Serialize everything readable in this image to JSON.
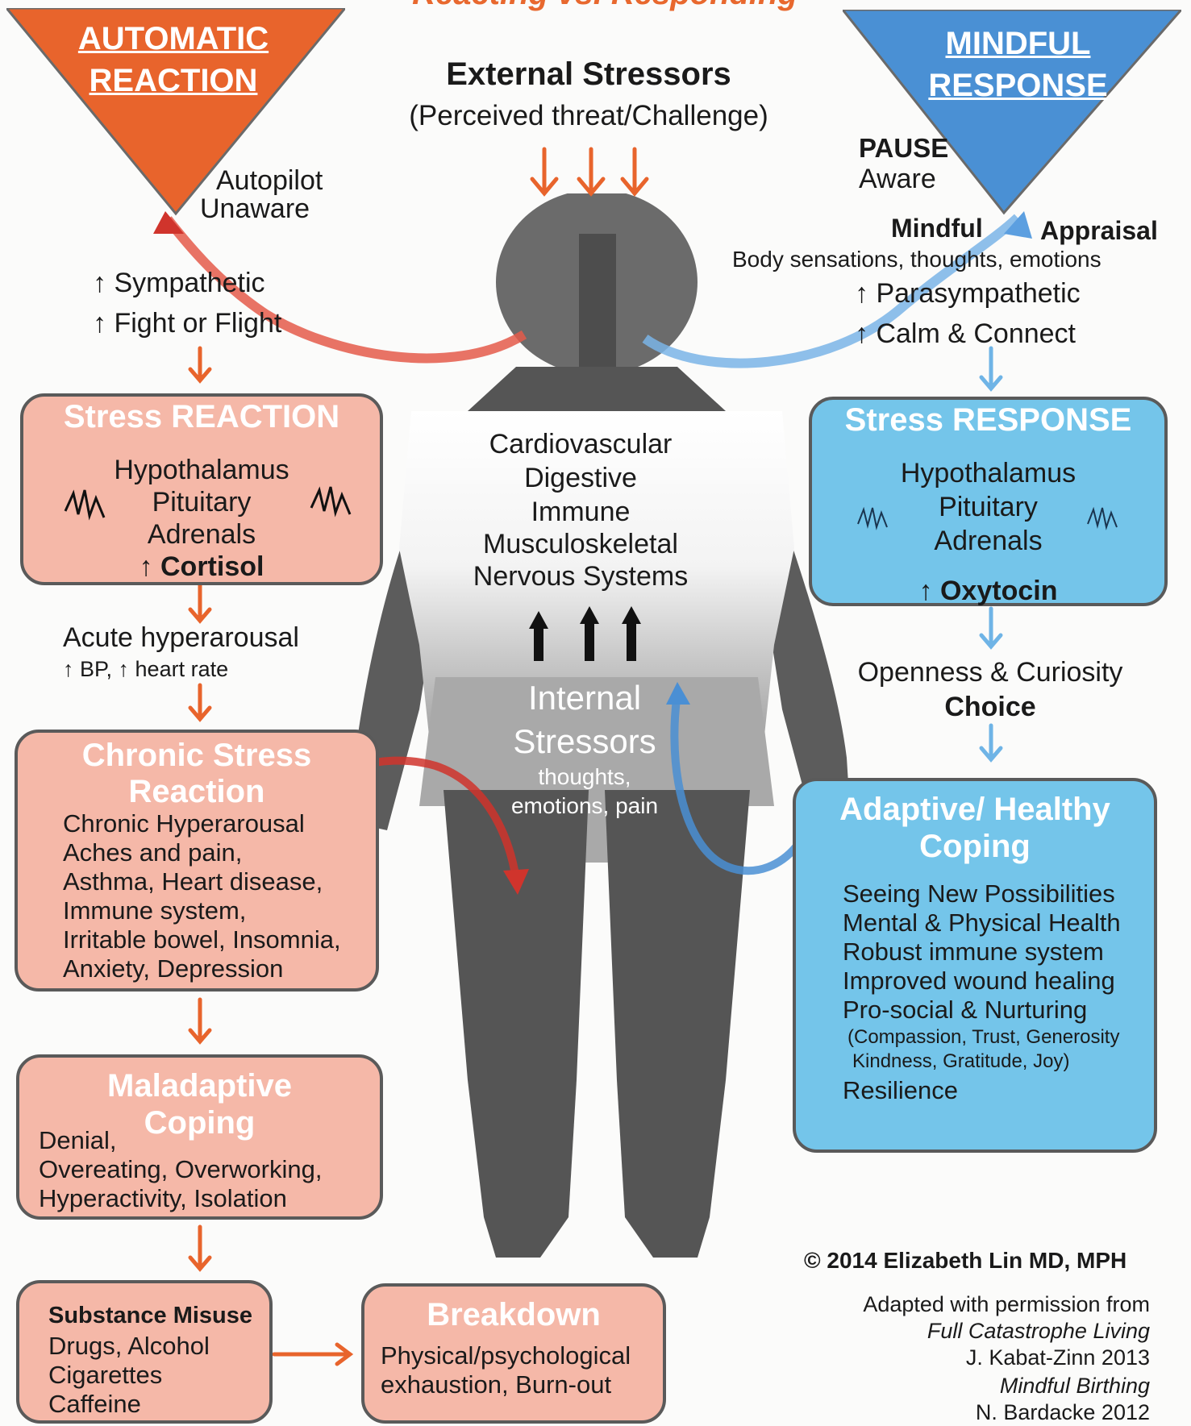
{
  "header": {
    "title": "Reacting vs. Responding"
  },
  "left_triangle": {
    "line1": "AUTOMATIC",
    "line2": "REACTION",
    "color": "#e8642c"
  },
  "right_triangle": {
    "line1": "MINDFUL",
    "line2": "RESPONSE",
    "color": "#4a90d4"
  },
  "external": {
    "title": "External Stressors",
    "subtitle": "(Perceived threat/Challenge)"
  },
  "left_side": {
    "autopilot": "Autopilot",
    "unaware": "Unaware",
    "sympathetic": "↑ Sympathetic",
    "fight": "↑ Fight or Flight"
  },
  "right_side": {
    "pause": "PAUSE",
    "aware": "Aware",
    "mindful": "Mindful",
    "appraisal": "Appraisal",
    "body": "Body sensations, thoughts, emotions",
    "parasympathetic": "↑ Parasympathetic",
    "calm": "↑ Calm & Connect"
  },
  "stress_reaction": {
    "title": "Stress REACTION",
    "lines": [
      "Hypothalamus",
      "Pituitary",
      "Adrenals"
    ],
    "hormone": "↑ Cortisol"
  },
  "stress_response": {
    "title": "Stress RESPONSE",
    "lines": [
      "Hypothalamus",
      "Pituitary",
      "Adrenals"
    ],
    "hormone": "↑ Oxytocin"
  },
  "systems": [
    "Cardiovascular",
    "Digestive",
    "Immune",
    "Musculoskeletal",
    "Nervous Systems"
  ],
  "internal": {
    "line1": "Internal",
    "line2": "Stressors",
    "line3": "thoughts,",
    "line4": "emotions, pain"
  },
  "acute": {
    "line1": "Acute hyperarousal",
    "line2": "↑ BP,  ↑ heart rate"
  },
  "openness": {
    "line1": "Openness & Curiosity",
    "line2": "Choice"
  },
  "chronic": {
    "title1": "Chronic Stress",
    "title2": "Reaction",
    "lines": [
      "Chronic Hyperarousal",
      "Aches and pain,",
      "Asthma, Heart disease,",
      "Immune system,",
      "Irritable bowel, Insomnia,",
      "Anxiety, Depression"
    ]
  },
  "adaptive": {
    "title1": "Adaptive/ Healthy",
    "title2": "Coping",
    "lines": [
      "Seeing New Possibilities",
      "Mental  & Physical Health",
      "Robust immune system",
      "Improved wound healing",
      "Pro-social & Nurturing"
    ],
    "small": [
      "(Compassion,  Trust, Generosity",
      "Kindness, Gratitude, Joy)"
    ],
    "last": "Resilience"
  },
  "maladaptive": {
    "title1": "Maladaptive",
    "title2": "Coping",
    "lines": [
      "Denial,",
      "Overeating, Overworking,",
      "Hyperactivity, Isolation"
    ]
  },
  "substance": {
    "title": "Substance Misuse",
    "lines": [
      "Drugs, Alcohol",
      "Cigarettes",
      "Caffeine"
    ]
  },
  "breakdown": {
    "title": "Breakdown",
    "lines": [
      "Physical/psychological",
      "exhaustion,  Burn-out"
    ]
  },
  "credits": {
    "copyright": "© 2014 Elizabeth Lin MD, MPH",
    "adapted": "Adapted with permission from",
    "book1": "Full Catastrophe Living",
    "author1": "J. Kabat-Zinn 2013",
    "book2": "Mindful Birthing",
    "author2": "N. Bardacke 2012"
  },
  "colors": {
    "orange": "#e8642c",
    "pink_box": "#f5b8a8",
    "blue_box": "#74c5ea",
    "blue_arrow": "#5fa8de",
    "figure": "#5c5c5c"
  }
}
